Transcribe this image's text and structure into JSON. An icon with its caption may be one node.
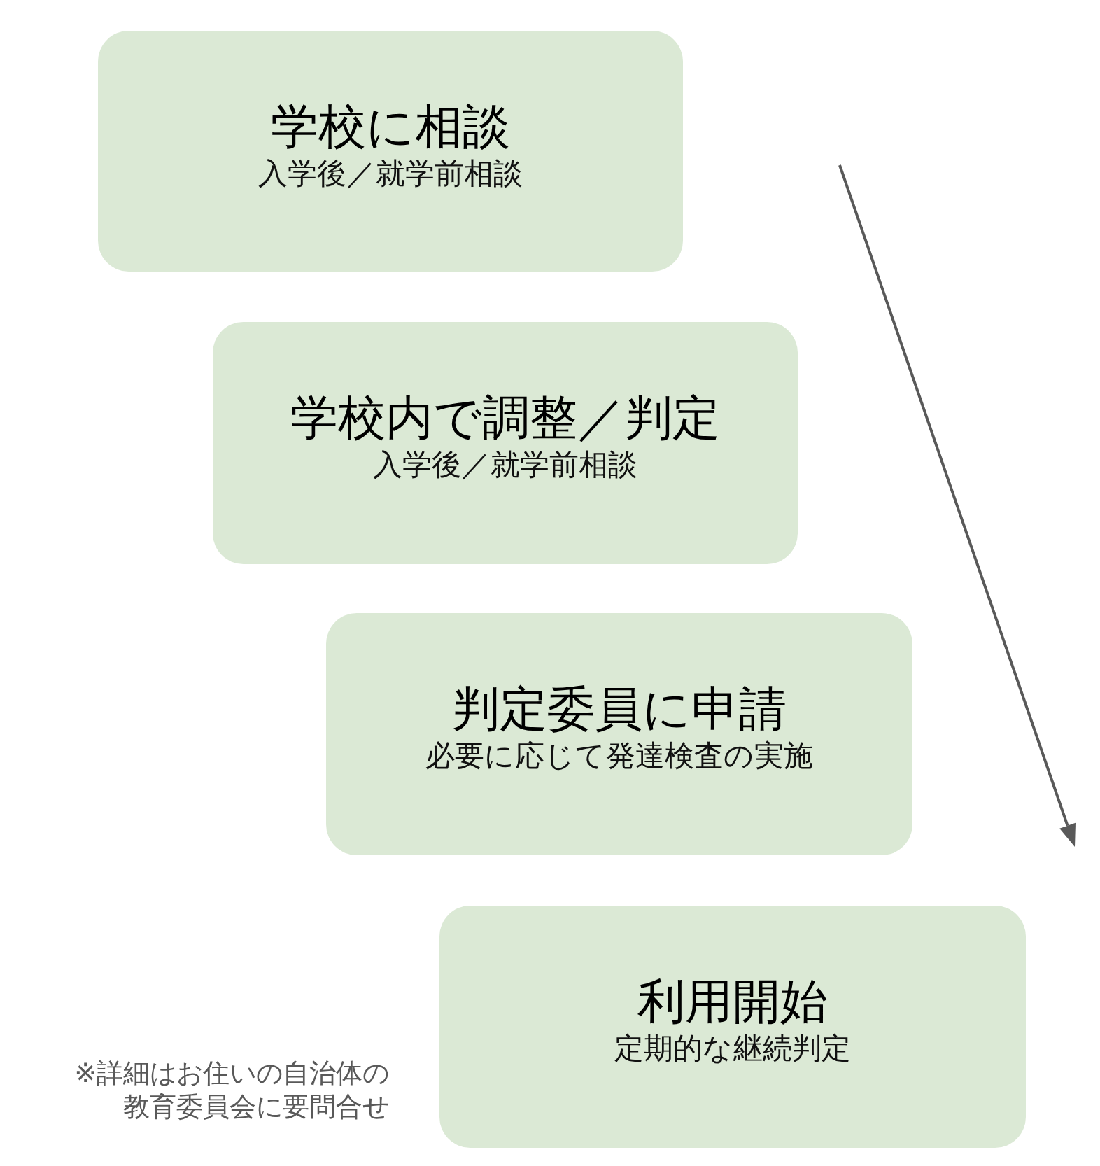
{
  "diagram": {
    "nodes": [
      {
        "text": [
          "学校に相談",
          "入学後／就学前相談"
        ]
      },
      {
        "text": [
          "学校内で調整／判定",
          "入学後／就学前相談"
        ]
      },
      {
        "text": [
          "判定委員に申請",
          "必要に応じて発達検査の実施"
        ]
      },
      {
        "text": [
          "利用開始",
          "定期的な継続判定"
        ]
      }
    ],
    "labels": [
      "※詳細はお住いの自治体の教育委員会に要問合せ"
    ]
  }
}
